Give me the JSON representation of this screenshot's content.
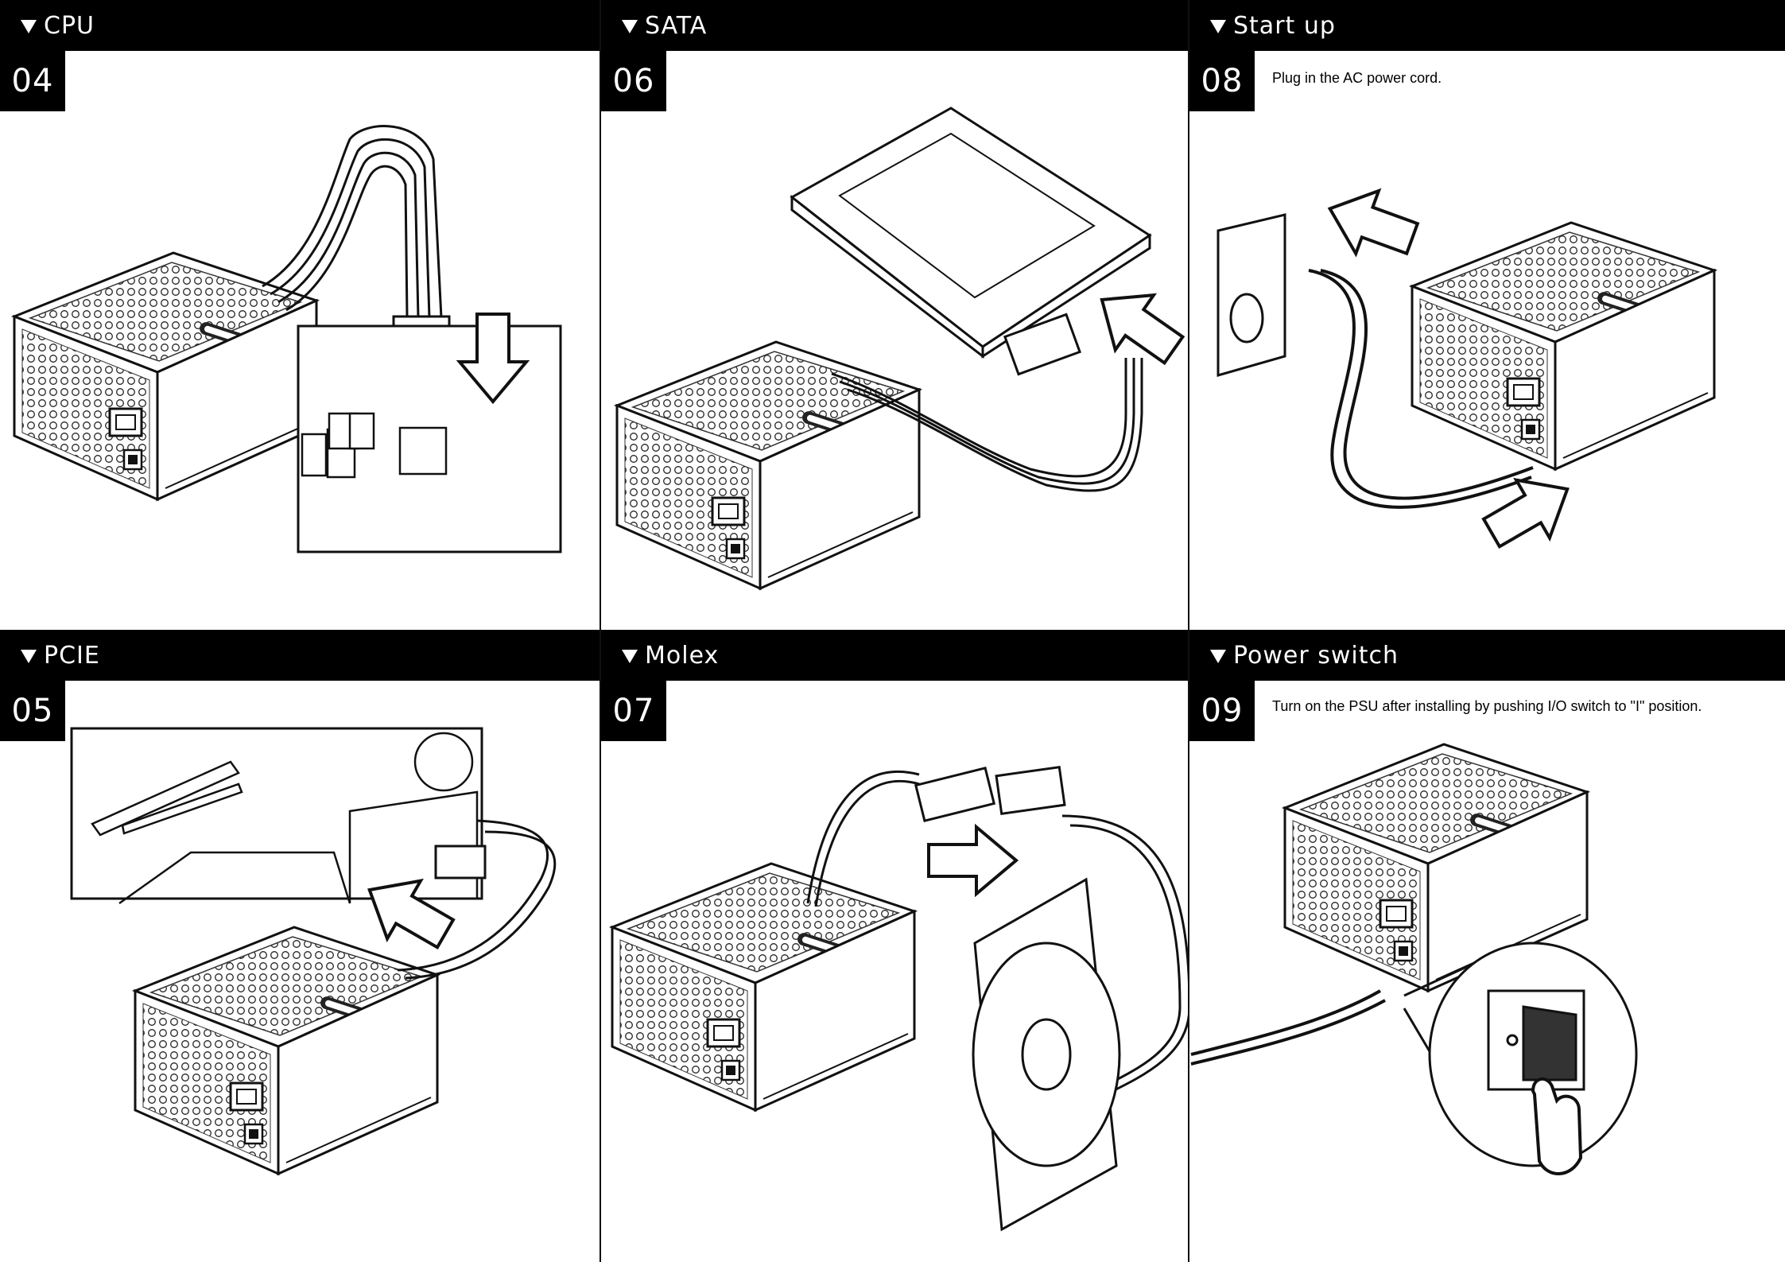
{
  "panels": [
    {
      "title": "CPU",
      "step": "04",
      "desc": ""
    },
    {
      "title": "SATA",
      "step": "06",
      "desc": ""
    },
    {
      "title": "Start up",
      "step": "08",
      "desc": "Plug in the AC power cord."
    },
    {
      "title": "PCIE",
      "step": "05",
      "desc": ""
    },
    {
      "title": "Molex",
      "step": "07",
      "desc": ""
    },
    {
      "title": "Power switch",
      "step": "09",
      "desc": "Turn on the PSU after installing by pushing I/O switch to \"I\" position."
    }
  ],
  "colors": {
    "header": "#000000",
    "text": "#ffffff",
    "line": "#111111"
  },
  "icons": [
    "psu-icon",
    "cpu-connector-icon",
    "hard-drive-icon",
    "sata-connector-icon",
    "wall-outlet-icon",
    "power-cord-icon",
    "gpu-icon",
    "molex-connector-icon",
    "case-fan-icon",
    "power-switch-icon",
    "hand-pointer-icon",
    "arrow-icon"
  ]
}
